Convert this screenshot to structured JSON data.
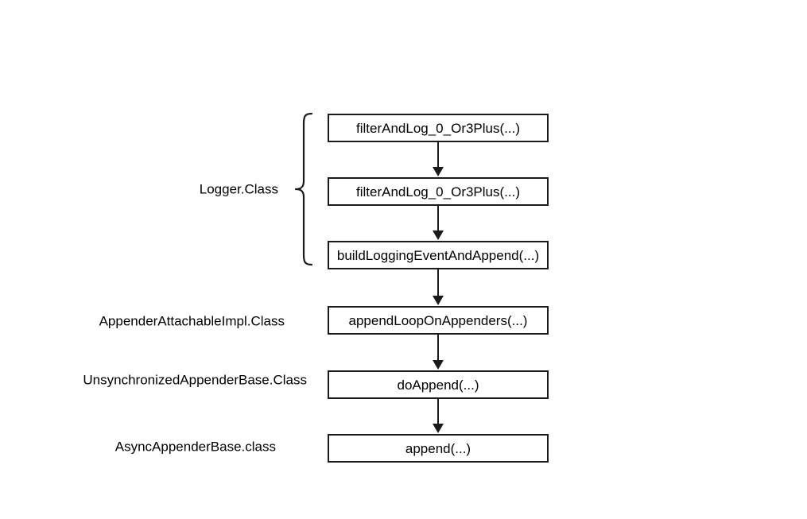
{
  "diagram": {
    "type": "call-stack-flow",
    "nodes": [
      {
        "id": "n1",
        "label": "filterAndLog_0_Or3Plus(...)"
      },
      {
        "id": "n2",
        "label": "filterAndLog_0_Or3Plus(...)"
      },
      {
        "id": "n3",
        "label": "buildLoggingEventAndAppend(...)"
      },
      {
        "id": "n4",
        "label": "appendLoopOnAppenders(...)"
      },
      {
        "id": "n5",
        "label": "doAppend(...)"
      },
      {
        "id": "n6",
        "label": "append(...)"
      }
    ],
    "class_labels": [
      {
        "id": "c1",
        "label": "Logger.Class"
      },
      {
        "id": "c2",
        "label": "AppenderAttachableImpl.Class"
      },
      {
        "id": "c3",
        "label": "UnsynchronizedAppenderBase.Class"
      },
      {
        "id": "c4",
        "label": "AsyncAppenderBase.class"
      }
    ],
    "colors": {
      "stroke": "#1a1a1a",
      "text": "#000000",
      "background": "#ffffff"
    }
  }
}
